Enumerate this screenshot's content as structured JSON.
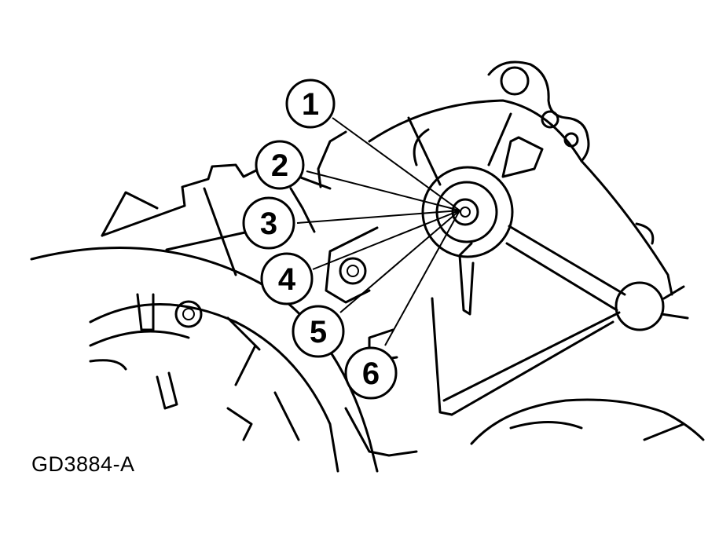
{
  "figure": {
    "code": "GD3884-A"
  },
  "callouts": [
    {
      "label": "1"
    },
    {
      "label": "2"
    },
    {
      "label": "3"
    },
    {
      "label": "4"
    },
    {
      "label": "5"
    },
    {
      "label": "6"
    }
  ]
}
